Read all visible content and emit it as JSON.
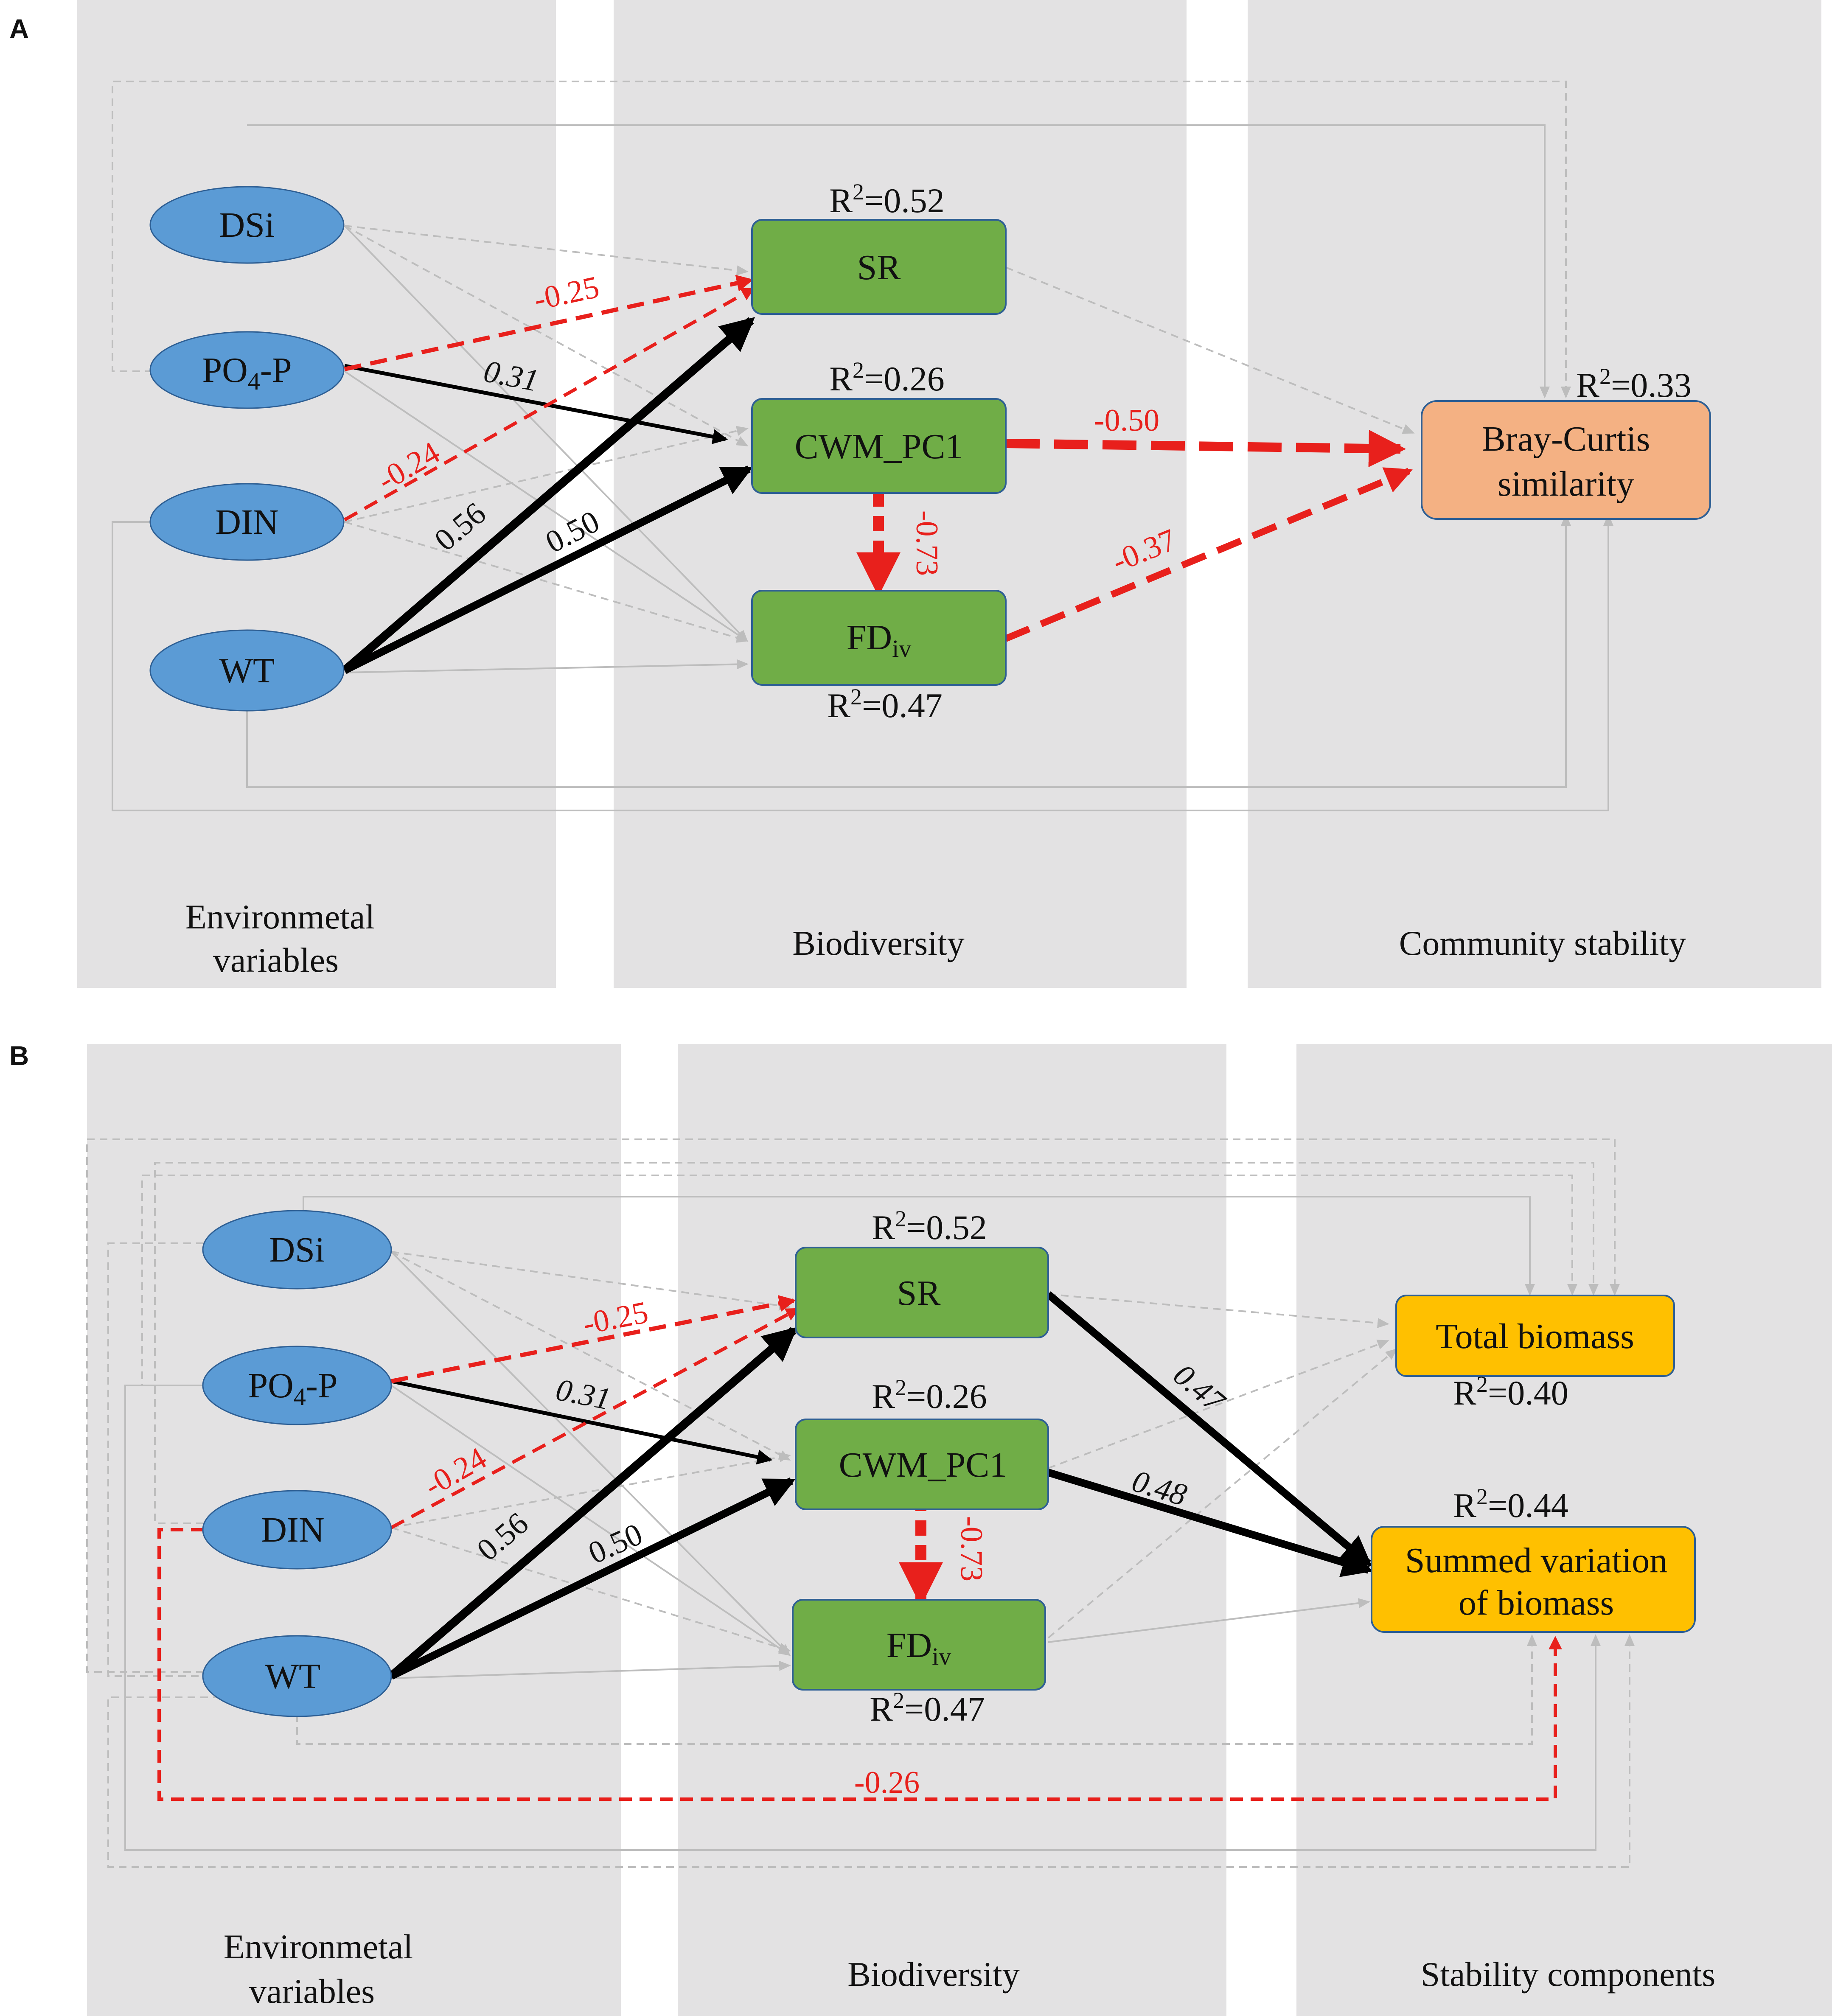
{
  "colors": {
    "column_bg": "#e3e2e3",
    "env_node": "#5b9bd5",
    "biodiv_node": "#70ad47",
    "bray_node": "#f4b183",
    "stab_node": "#ffc000",
    "positive_path": "#000000",
    "negative_path": "#e8201c",
    "ns_path": "#bdbdbd"
  },
  "panelA": {
    "letter": "A",
    "columns": {
      "env": [
        "Environmetal",
        "variables"
      ],
      "biodiv": "Biodiversity",
      "stability": "Community stability"
    },
    "nodes": {
      "dsi": "DSi",
      "po4": {
        "main": "PO",
        "sub": "4",
        "rest": "-P"
      },
      "din": "DIN",
      "wt": "WT",
      "sr": "SR",
      "cwm": "CWM_PC1",
      "fd": {
        "main": "FD",
        "sub": "iv"
      },
      "bray": [
        "Bray-Curtis",
        "similarity"
      ]
    },
    "r2": {
      "sr": {
        "pre": "R",
        "sup": "2",
        "post": "=0.52"
      },
      "cwm": {
        "pre": "R",
        "sup": "2",
        "post": "=0.26"
      },
      "fd": {
        "pre": "R",
        "sup": "2",
        "post": "=0.47"
      },
      "bray": {
        "pre": "R",
        "sup": "2",
        "post": "=0.33"
      }
    },
    "coefficients": {
      "po4_sr": "-0.25",
      "po4_cwm": "0.31",
      "din_sr": "-0.24",
      "wt_sr": "0.56",
      "wt_cwm": "0.50",
      "cwm_fd": "-0.73",
      "cwm_bray": "-0.50",
      "fd_bray": "-0.37"
    }
  },
  "panelB": {
    "letter": "B",
    "columns": {
      "env": [
        "Environmetal",
        "variables"
      ],
      "biodiv": "Biodiversity",
      "stability": "Stability components"
    },
    "nodes": {
      "dsi": "DSi",
      "po4": {
        "main": "PO",
        "sub": "4",
        "rest": "-P"
      },
      "din": "DIN",
      "wt": "WT",
      "sr": "SR",
      "cwm": "CWM_PC1",
      "fd": {
        "main": "FD",
        "sub": "iv"
      },
      "total": "Total biomass",
      "summed": [
        "Summed variation",
        "of biomass"
      ]
    },
    "r2": {
      "sr": {
        "pre": "R",
        "sup": "2",
        "post": "=0.52"
      },
      "cwm": {
        "pre": "R",
        "sup": "2",
        "post": "=0.26"
      },
      "fd": {
        "pre": "R",
        "sup": "2",
        "post": "=0.47"
      },
      "total": {
        "pre": "R",
        "sup": "2",
        "post": "=0.40"
      },
      "summed": {
        "pre": "R",
        "sup": "2",
        "post": "=0.44"
      }
    },
    "coefficients": {
      "po4_sr": "-0.25",
      "po4_cwm": "0.31",
      "din_sr": "-0.24",
      "wt_sr": "0.56",
      "wt_cwm": "0.50",
      "cwm_fd": "-0.73",
      "sr_summed": "0.47",
      "cwm_summed": "0.48",
      "din_summed": "-0.26"
    }
  }
}
